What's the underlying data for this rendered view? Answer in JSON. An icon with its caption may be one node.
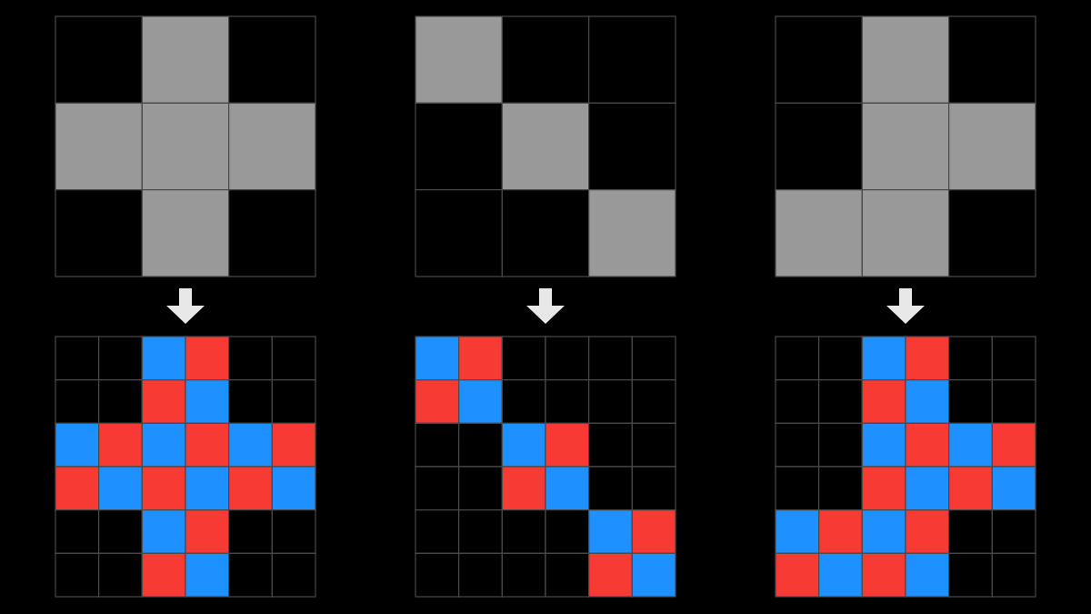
{
  "diagram": {
    "nodes": [
      {
        "text": [],
        "shape": "grid"
      },
      {
        "text": [],
        "shape": "grid"
      },
      {
        "text": [],
        "shape": "grid"
      },
      {
        "text": [],
        "shape": "grid"
      },
      {
        "text": [],
        "shape": "grid"
      },
      {
        "text": [],
        "shape": "grid"
      }
    ],
    "edges": [
      {
        "from": 0,
        "to": 3,
        "arrow": "to"
      },
      {
        "from": 1,
        "to": 4,
        "arrow": "to"
      },
      {
        "from": 2,
        "to": 5,
        "arrow": "to"
      }
    ]
  }
}
